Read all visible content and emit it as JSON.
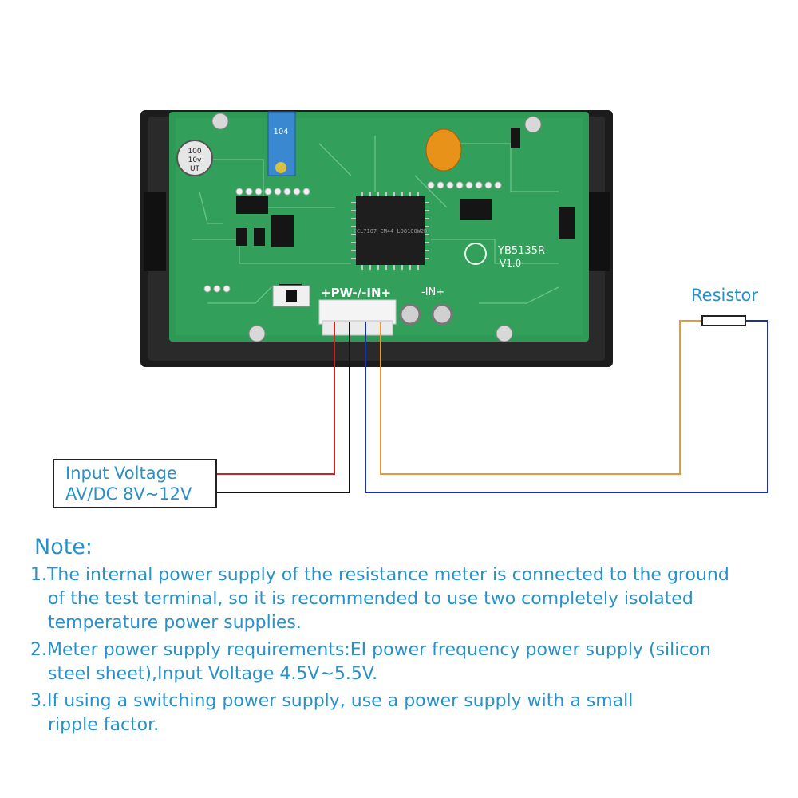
{
  "labels": {
    "resistor": "Resistor",
    "input_voltage_line1": "Input Voltage",
    "input_voltage_line2": "AV/DC 8V~12V"
  },
  "board_text": {
    "model": "YB5135R",
    "version": "V1.0",
    "terminals": "+PW-/-IN+",
    "in_plus": "IN+",
    "capacitor": "100 10v UT",
    "trimmer": "104",
    "chip": "ICL7107 CM44 L08100W2D"
  },
  "note": {
    "title": "Note:",
    "lines": [
      "1.The internal power supply of the resistance meter is connected to the ground",
      "of the test terminal, so it is recommended to use two completely isolated",
      "temperature power supplies.",
      "2.Meter power supply requirements:EI power frequency power supply (silicon",
      "steel sheet),Input Voltage 4.5V~5.5V.",
      "3.If using a switching power supply, use a power supply with a small",
      "ripple factor."
    ]
  },
  "colors": {
    "text_blue": "#2a90c8",
    "wire_red": "#d42020",
    "wire_black": "#111111",
    "wire_blue": "#1a2fa8",
    "wire_orange": "#e89a30",
    "pcb_green": "#2f9a55",
    "housing_black": "#1c1c1c"
  }
}
